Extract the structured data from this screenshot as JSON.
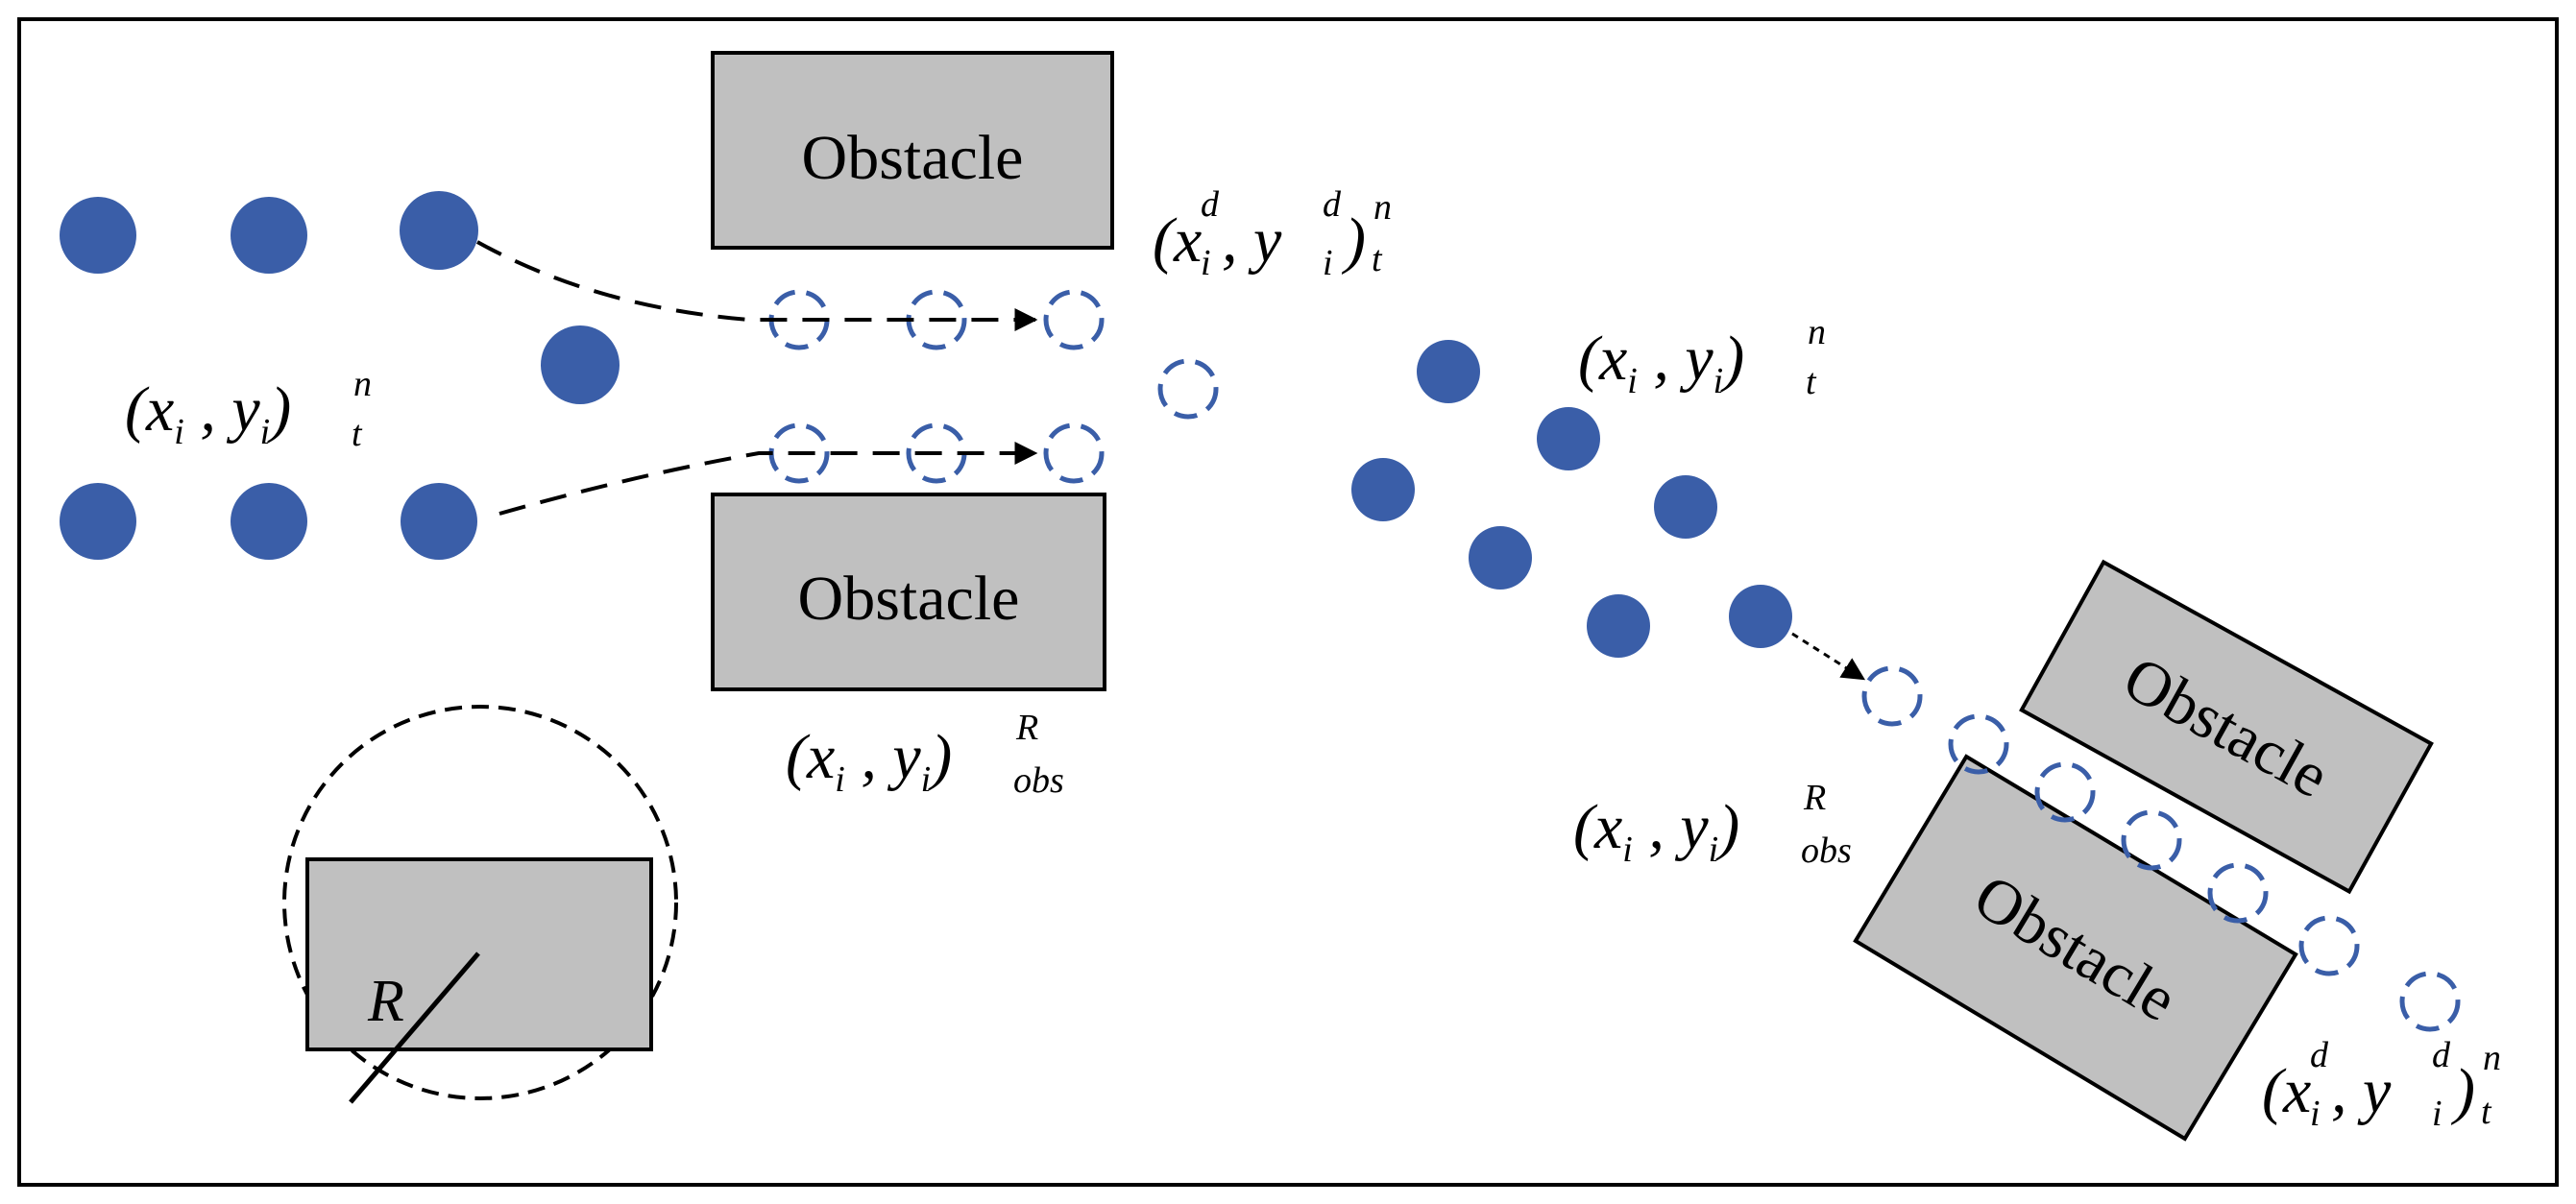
{
  "colors": {
    "agent_fill": "#3a5ea8",
    "target_stroke": "#3a5ea8",
    "obstacle_fill": "#c0c0c0",
    "line": "#000000"
  },
  "obstacles": [
    {
      "label": "Obstacle"
    },
    {
      "label": "Obstacle"
    },
    {
      "label": "Obstacle"
    },
    {
      "label": "Obstacle"
    }
  ],
  "labels": {
    "current_left": {
      "pre": "(",
      "x": "x",
      "sub1": "i",
      "mid": " , ",
      "y": "y",
      "sub2": "i",
      "close": ")",
      "sup": "n",
      "sub": "t"
    },
    "current_right": {
      "pre": "(",
      "x": "x",
      "sub1": "i",
      "mid": " , ",
      "y": "y",
      "sub2": "i",
      "close": ")",
      "sup": "n",
      "sub": "t"
    },
    "desired_top": {
      "pre": "(",
      "x": "x",
      "sup1": "d",
      "sub1": "i",
      "mid": " , ",
      "y": "y",
      "sup2": "d",
      "sub2": "i",
      "close": ")",
      "sup": "n",
      "sub": "t"
    },
    "desired_bottom": {
      "pre": "(",
      "x": "x",
      "sup1": "d",
      "sub1": "i",
      "mid": " , ",
      "y": "y",
      "sup2": "d",
      "sub2": "i",
      "close": ")",
      "sup": "n",
      "sub": "t"
    },
    "obs_left": {
      "pre": "(",
      "x": "x",
      "sub1": "i",
      "mid": " , ",
      "y": "y",
      "sub2": "i",
      "close": ")",
      "sup": "R",
      "sub": "obs"
    },
    "obs_right": {
      "pre": "(",
      "x": "x",
      "sub1": "i",
      "mid": " , ",
      "y": "y",
      "sub2": "i",
      "close": ")",
      "sup": "R",
      "sub": "obs"
    },
    "radius": "R"
  }
}
